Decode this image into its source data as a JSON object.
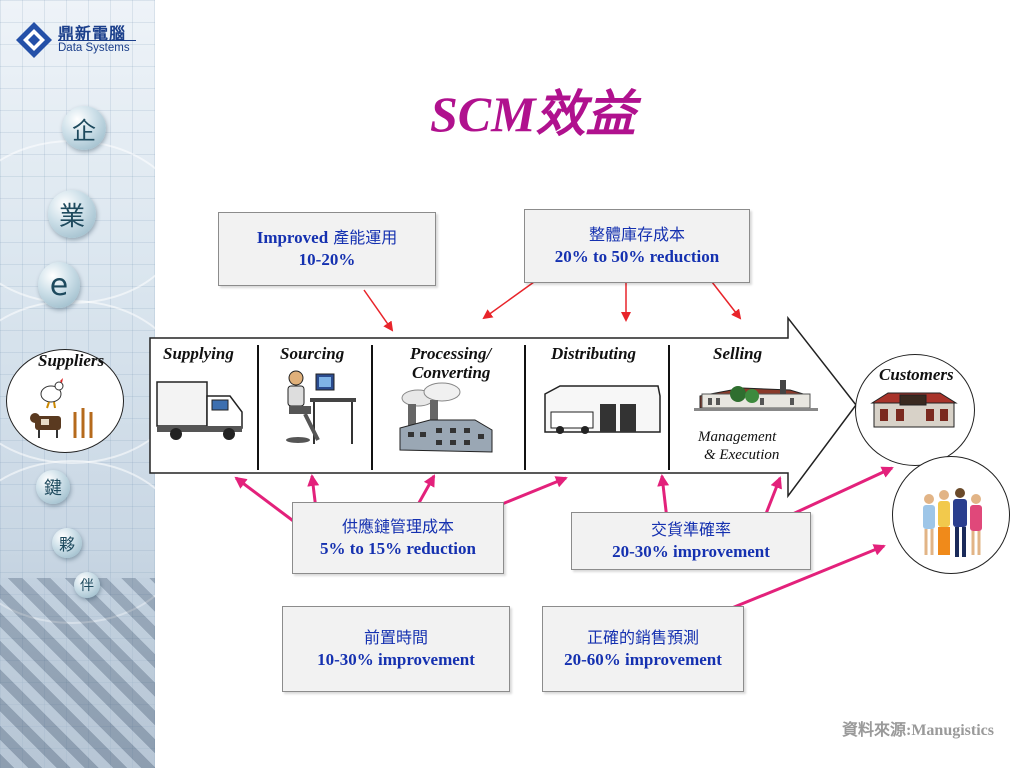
{
  "title": "SCM效益",
  "logo": {
    "cn": "鼎新電腦",
    "en": "Data Systems"
  },
  "sidebar_chars": [
    "企",
    "業",
    "e",
    "鍵",
    "夥",
    "伴"
  ],
  "stages": [
    "Supplying",
    "Sourcing",
    "Processing/",
    "Converting",
    "Distributing",
    "Selling"
  ],
  "management": [
    "Management",
    "& Execution"
  ],
  "suppliers": "Suppliers",
  "customers": "Customers",
  "benefits": {
    "capacity": {
      "line1_en": "Improved",
      "line1_cn": " 產能運用",
      "line2": "10-20%"
    },
    "inventory": {
      "line1": "整體庫存成本",
      "line2": "20% to 50% reduction"
    },
    "supply": {
      "line1": "供應鏈管理成本",
      "line2": "5% to 15% reduction"
    },
    "delivery": {
      "line1": "交貨準確率",
      "line2": "20-30% improvement"
    },
    "leadtime": {
      "line1": "前置時間",
      "line2": "10-30% improvement"
    },
    "forecast": {
      "line1": "正確的銷售預測",
      "line2": "20-60% improvement"
    }
  },
  "source": "資料來源:Manugistics",
  "colors": {
    "title": "#b0118e",
    "box_text": "#1531b0",
    "arrow_red": "#e8242a",
    "arrow_pink": "#e3217b"
  }
}
